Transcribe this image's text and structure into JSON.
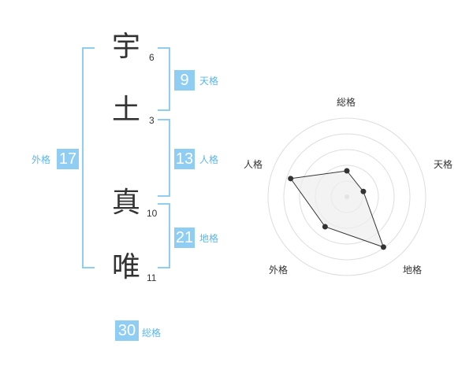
{
  "name_chars": [
    {
      "char": "宇",
      "strokes": "6"
    },
    {
      "char": "土",
      "strokes": "3"
    },
    {
      "char": "真",
      "strokes": "10"
    },
    {
      "char": "唯",
      "strokes": "11"
    }
  ],
  "scores": {
    "tenkaku": {
      "value": "9",
      "label": "天格"
    },
    "jinkaku": {
      "value": "13",
      "label": "人格"
    },
    "chikaku": {
      "value": "21",
      "label": "地格"
    },
    "gaikaku": {
      "value": "17",
      "label": "外格"
    },
    "soukaku": {
      "value": "30",
      "label": "総格"
    }
  },
  "colors": {
    "accent": "#8fcdf3",
    "label_text": "#5ab7ea",
    "radar_grid": "#dddddd",
    "radar_fill": "#eeeeee"
  },
  "chart_data": {
    "type": "radar",
    "axes": [
      "総格",
      "天格",
      "地格",
      "外格",
      "人格"
    ],
    "values": [
      0.33,
      0.22,
      0.79,
      0.47,
      0.75
    ],
    "rings": 5,
    "range": [
      0,
      1
    ]
  }
}
